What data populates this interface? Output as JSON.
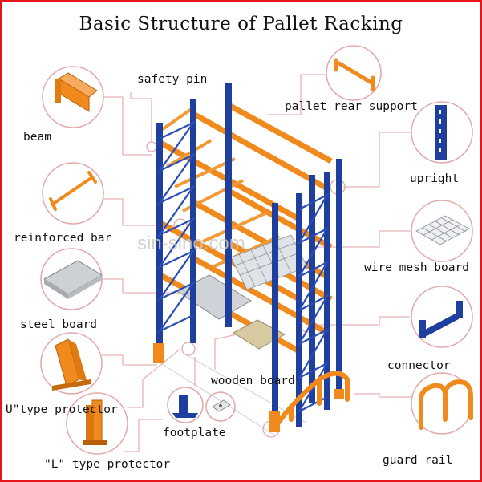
{
  "title": "Basic Structure of Pallet Racking",
  "watermark": "sin-sino.com",
  "labels": {
    "safety_pin": "safety pin",
    "pallet_rear_support": "pallet rear support",
    "beam": "beam",
    "upright": "upright",
    "reinforced_bar": "reinforced bar",
    "wire_mesh_board": "wire mesh board",
    "steel_board": "steel board",
    "connector": "connector",
    "wooden_board": "wooden board",
    "u_type_protector": "U\"type protector",
    "footplate": "footplate",
    "guard_rail": "guard rail",
    "l_type_protector": "\"L\" type protector"
  },
  "colors": {
    "border": "#e8141c",
    "upright": "#1f3f9e",
    "beam": "#f08a1c",
    "leader": "#e7b4b4",
    "circle": "#e2aaaa"
  }
}
